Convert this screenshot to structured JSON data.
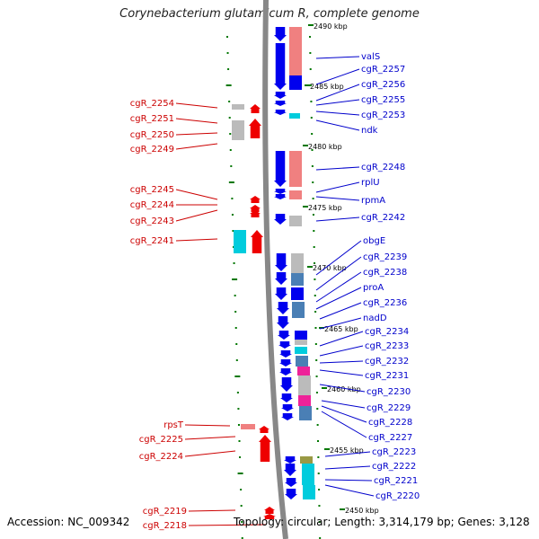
{
  "title": "Corynebacterium glutamicum R, complete genome",
  "footer": {
    "accession": "Accession: NC_009342",
    "topology": "Topology: circular; Length: 3,314,179 bp; Genes: 3,128"
  },
  "colors": {
    "forward_gene": "#0000ee",
    "reverse_gene": "#ee0000",
    "forward_label": "#0000cc",
    "reverse_label": "#cc0000",
    "backbone": "#888888",
    "tick": "#007700",
    "cog_pink": "#f08080",
    "cog_gray": "#bbbbbb",
    "cog_steel": "#4a7fb5",
    "cog_cyan": "#00ccdd",
    "cog_magenta": "#ee2299",
    "cog_olive": "#999944"
  },
  "scale_ticks": [
    {
      "label": "2490 kbp"
    },
    {
      "label": "2485 kbp"
    },
    {
      "label": "2480 kbp"
    },
    {
      "label": "2475 kbp"
    },
    {
      "label": "2470 kbp"
    },
    {
      "label": "2465 kbp"
    },
    {
      "label": "2460 kbp"
    },
    {
      "label": "2455 kbp"
    },
    {
      "label": "2450 kbp"
    }
  ],
  "right_labels": [
    "valS",
    "cgR_2257",
    "cgR_2256",
    "cgR_2255",
    "cgR_2253",
    "ndk",
    "cgR_2248",
    "rplU",
    "rpmA",
    "cgR_2242",
    "obgE",
    "cgR_2239",
    "cgR_2238",
    "proA",
    "cgR_2236",
    "nadD",
    "cgR_2234",
    "cgR_2233",
    "cgR_2232",
    "cgR_2231",
    "cgR_2230",
    "cgR_2229",
    "cgR_2228",
    "cgR_2227",
    "cgR_2223",
    "cgR_2222",
    "cgR_2221",
    "cgR_2220"
  ],
  "left_labels": [
    "cgR_2254",
    "cgR_2251",
    "cgR_2250",
    "cgR_2249",
    "cgR_2245",
    "cgR_2244",
    "cgR_2243",
    "cgR_2241",
    "rpsT",
    "cgR_2225",
    "cgR_2224",
    "cgR_2219",
    "cgR_2218"
  ]
}
